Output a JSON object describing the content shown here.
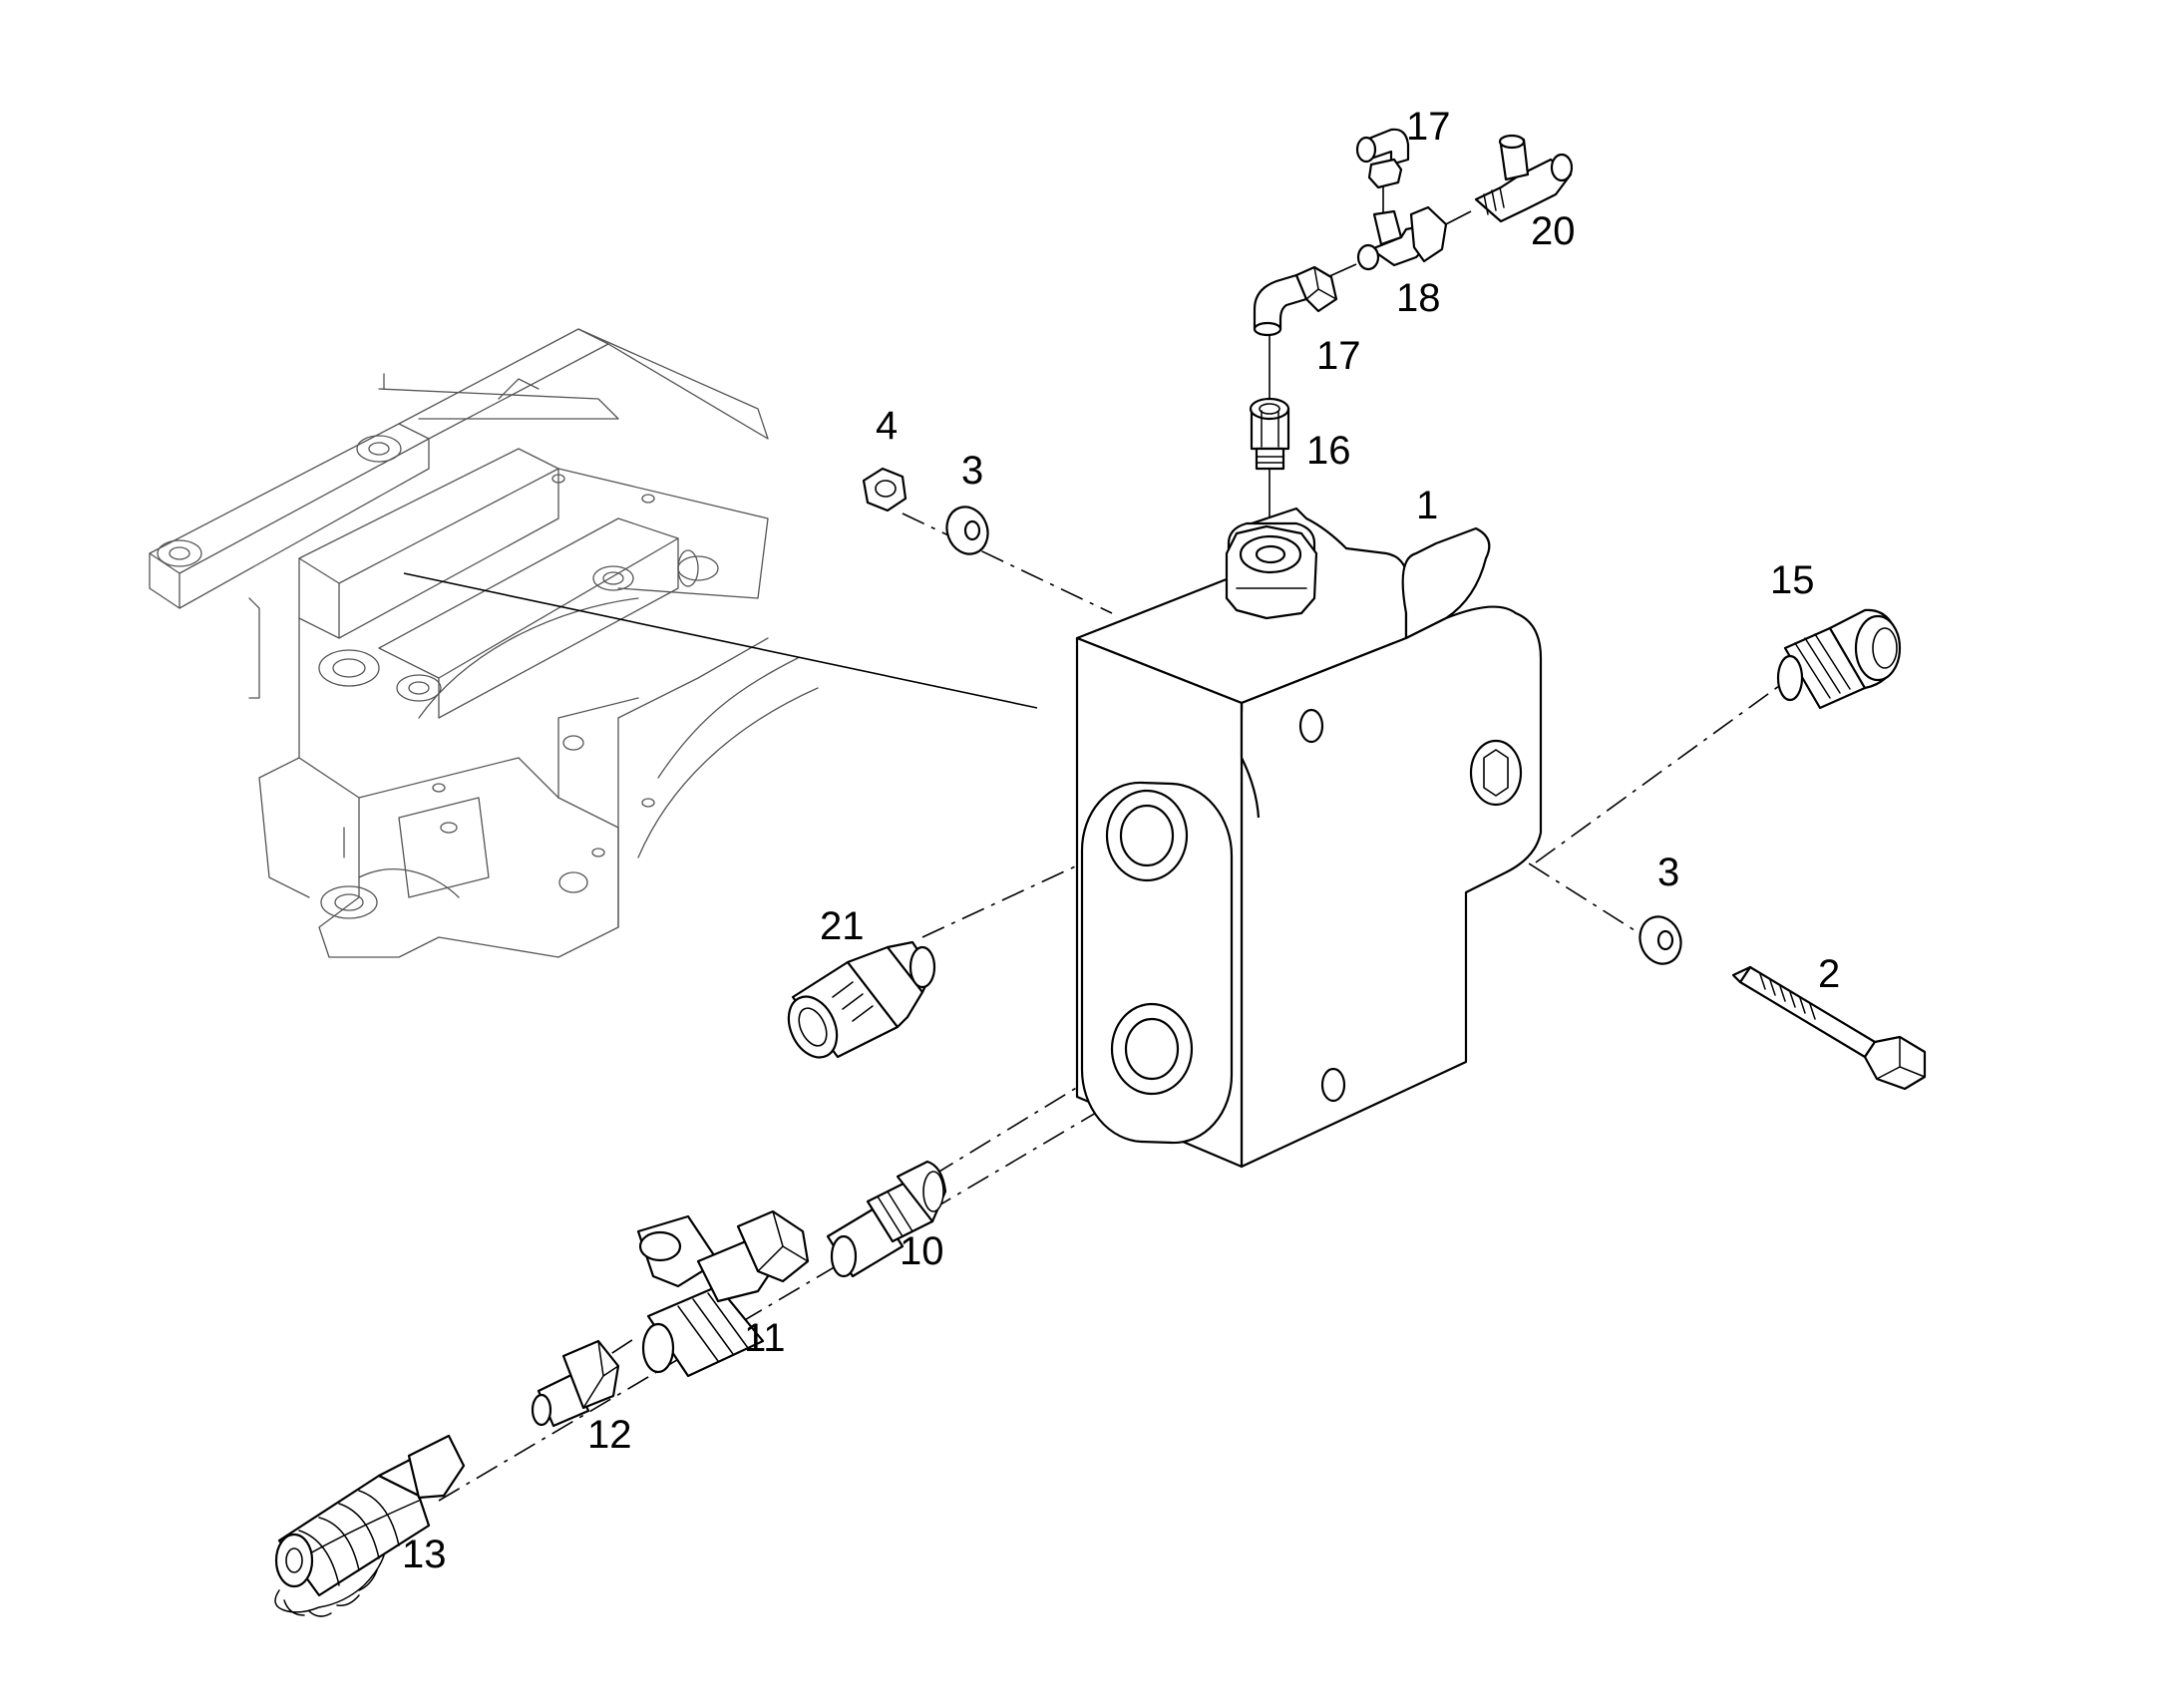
{
  "callouts": {
    "c1": "1",
    "c2": "2",
    "c3a": "3",
    "c3b": "3",
    "c4": "4",
    "c10": "10",
    "c11": "11",
    "c12": "12",
    "c13": "13",
    "c15": "15",
    "c16": "16",
    "c17a": "17",
    "c17b": "17",
    "c18": "18",
    "c20": "20",
    "c21": "21"
  }
}
